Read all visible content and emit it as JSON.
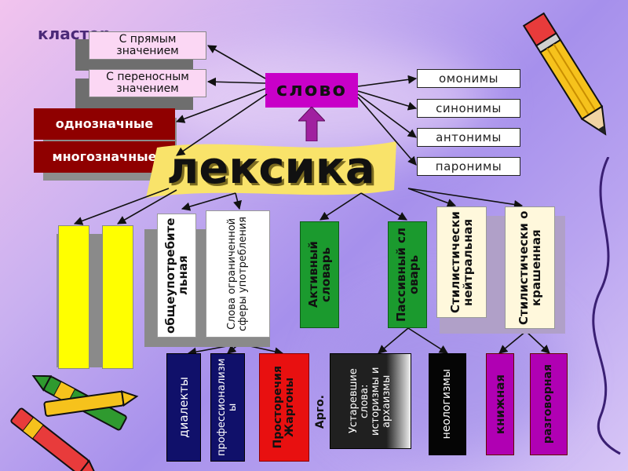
{
  "cluster_label": "кластер",
  "center_word": "слово",
  "main_title": "лексика",
  "meaning": {
    "direct": "С прямым значением",
    "figurative": "С переносным значением",
    "single": "однозначные",
    "multi": "многозначные"
  },
  "relations": [
    "омонимы",
    "синонимы",
    "антонимы",
    "паронимы"
  ],
  "middle_row": {
    "common": "общеупотребительная",
    "limited": "Слова ограниченной сферы употребления",
    "active": "Активный словарь",
    "passive": "Пассивный словарь",
    "neutral": "Стилистически нейтральная",
    "colored": "Стилистически окрашенная"
  },
  "bottom_row": {
    "dialects": "диалекты",
    "professional": "профессионализмы",
    "vernacular": "Просторечия",
    "jargon": "Жаргоны",
    "argo": "Арго.",
    "obsolete": "Устаревшие слова: историзмы и архаизмы",
    "neologisms": "неологизмы",
    "bookish": "книжная",
    "colloquial": "разговорная"
  },
  "colors": {
    "yellow": "#ffff00",
    "green": "#1b9a2e",
    "pink": "#fbd7f4",
    "magenta": "#b000b3",
    "navy": "#10106a",
    "red": "#e81010",
    "cream": "#fff8dc",
    "dark_red": "#8f0000"
  }
}
